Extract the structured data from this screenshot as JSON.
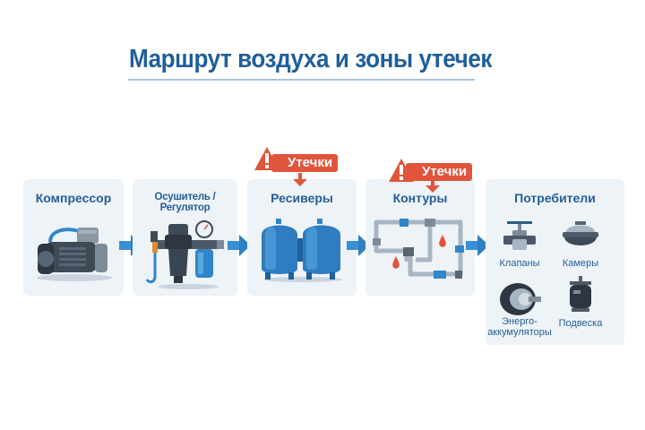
{
  "title": "Маршрут воздуха и зоны утечек",
  "stages": [
    {
      "label": "Компрессор",
      "icon": "compressor-icon"
    },
    {
      "label": "Осушитель / Регулятор",
      "icon": "dryer-regulator-icon"
    },
    {
      "label": "Ресиверы",
      "icon": "air-tanks-icon"
    },
    {
      "label": "Контуры",
      "icon": "pipe-circuits-icon"
    },
    {
      "label": "Потребители",
      "icon": "consumers-icon"
    }
  ],
  "warnings": [
    {
      "label": "Утечки",
      "target": "Ресиверы"
    },
    {
      "label": "Утечки",
      "target": "Контуры"
    }
  ],
  "consumers": [
    {
      "label": "Клапаны",
      "icon": "valve-icon"
    },
    {
      "label": "Камеры",
      "icon": "brake-chamber-icon"
    },
    {
      "label_line1": "Энерго-",
      "label_line2": "аккумуляторы",
      "icon": "spring-brake-icon"
    },
    {
      "label": "Подвеска",
      "icon": "air-suspension-icon"
    }
  ],
  "colors": {
    "accent": "#245f96",
    "warning": "#e0553b",
    "box": "#eef3f8",
    "arrow": "#3a8fd4"
  }
}
